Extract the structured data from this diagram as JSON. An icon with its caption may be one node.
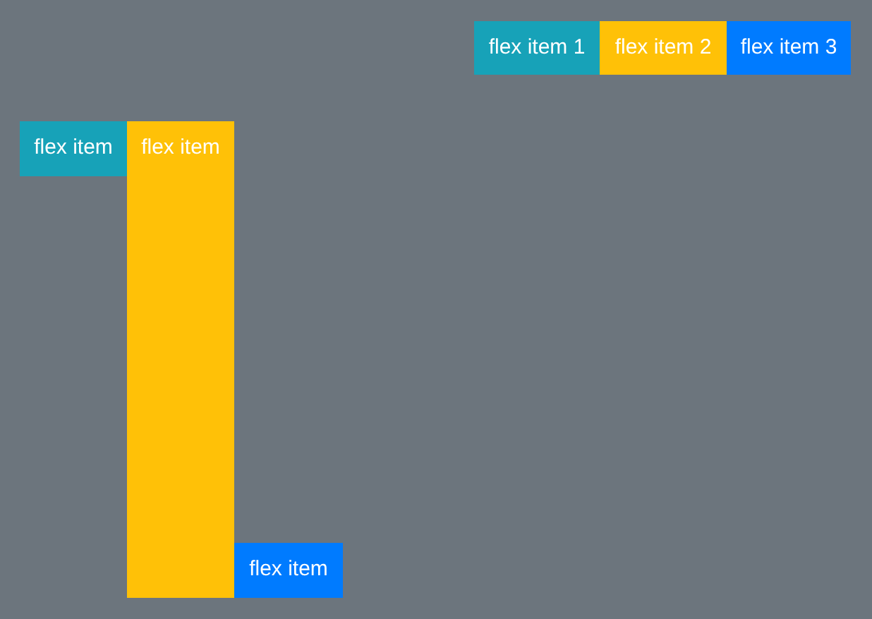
{
  "diagram": {
    "nodes": [
      {
        "text": [
          "flex item 1"
        ]
      },
      {
        "text": [
          "flex item 2"
        ]
      },
      {
        "text": [
          "flex item 3"
        ]
      },
      {
        "text": [
          "flex item"
        ]
      },
      {
        "text": [
          "flex item"
        ]
      },
      {
        "text": [
          "flex item"
        ]
      }
    ]
  }
}
